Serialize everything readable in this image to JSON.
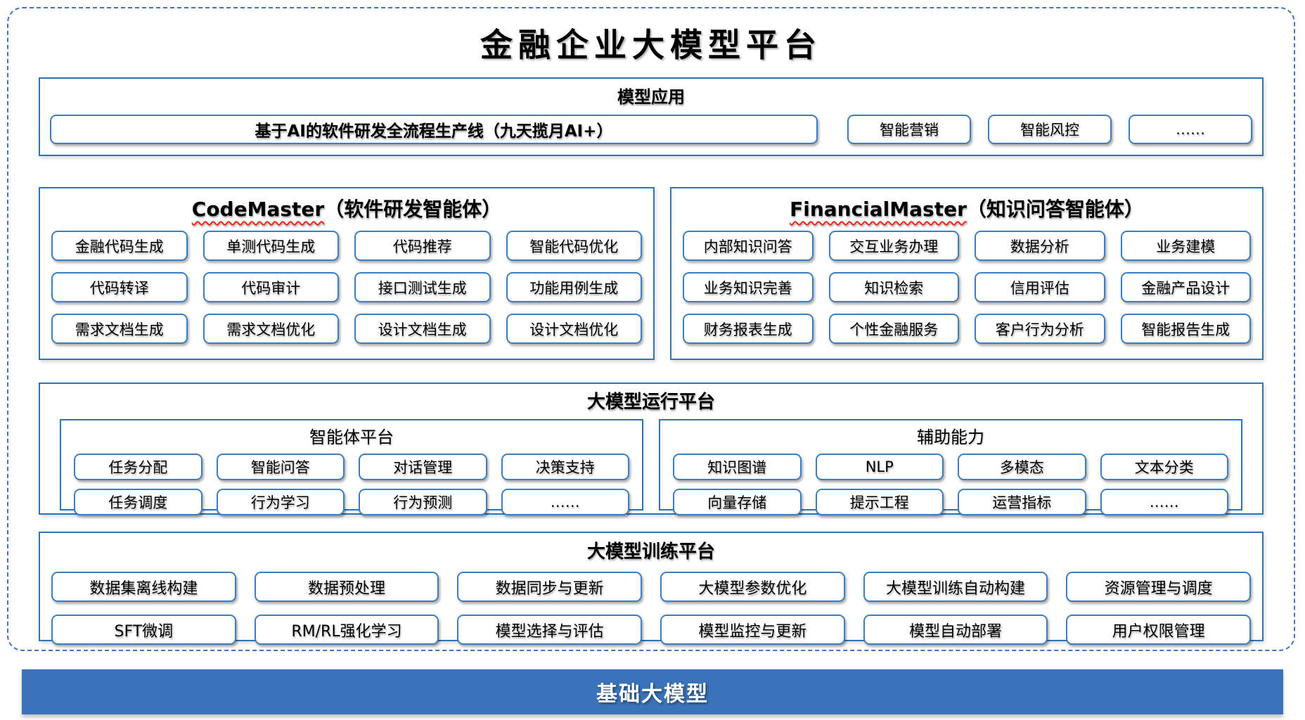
{
  "title": "金融企业大模型平台",
  "colors": {
    "frame_dashed_blue": "#4472c4",
    "section_border_blue": "#2e75b6",
    "item_border_blue": "#3c7ec2",
    "foundation_bar_blue": "#3a73b9",
    "squiggle_red": "#e8291c"
  },
  "model_application": {
    "header": "模型应用",
    "pipeline": "基于AI的软件研发全流程生产线（九天揽月AI+）",
    "items": [
      "智能营销",
      "智能风控",
      "……"
    ]
  },
  "agents": [
    {
      "name_en": "CodeMaster",
      "name_suffix": "（软件研发智能体）",
      "items": [
        "金融代码生成",
        "单测代码生成",
        "代码推荐",
        "智能代码优化",
        "代码转译",
        "代码审计",
        "接口测试生成",
        "功能用例生成",
        "需求文档生成",
        "需求文档优化",
        "设计文档生成",
        "设计文档优化"
      ]
    },
    {
      "name_en": "FinancialMaster",
      "name_suffix": "（知识问答智能体）",
      "items": [
        "内部知识问答",
        "交互业务办理",
        "数据分析",
        "业务建模",
        "业务知识完善",
        "知识检索",
        "信用评估",
        "金融产品设计",
        "财务报表生成",
        "个性金融服务",
        "客户行为分析",
        "智能报告生成"
      ]
    }
  ],
  "runtime": {
    "header": "大模型运行平台",
    "groups": [
      {
        "header": "智能体平台",
        "items": [
          "任务分配",
          "智能问答",
          "对话管理",
          "决策支持",
          "任务调度",
          "行为学习",
          "行为预测",
          "……"
        ]
      },
      {
        "header": "辅助能力",
        "items": [
          "知识图谱",
          "NLP",
          "多模态",
          "文本分类",
          "向量存储",
          "提示工程",
          "运营指标",
          "……"
        ]
      }
    ]
  },
  "training": {
    "header": "大模型训练平台",
    "items": [
      "数据集离线构建",
      "数据预处理",
      "数据同步与更新",
      "大模型参数优化",
      "大模型训练自动构建",
      "资源管理与调度",
      "SFT微调",
      "RM/RL强化学习",
      "模型选择与评估",
      "模型监控与更新",
      "模型自动部署",
      "用户权限管理"
    ]
  },
  "foundation": {
    "label": "基础大模型"
  }
}
